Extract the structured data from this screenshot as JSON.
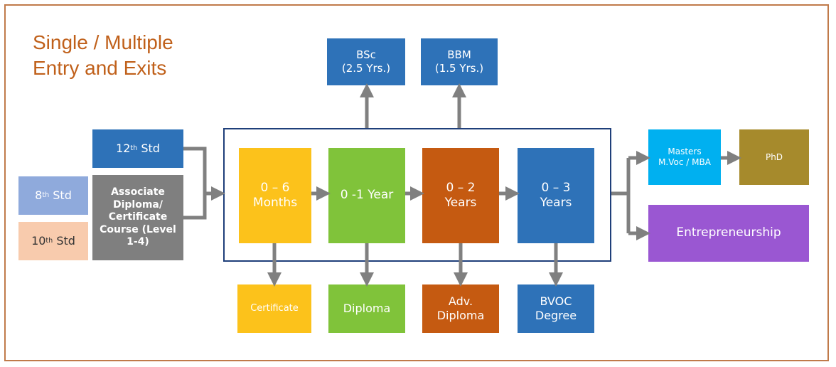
{
  "title": {
    "line1": "Single / Multiple",
    "line2": "Entry and Exits"
  },
  "colors": {
    "frame": "#c07a4a",
    "title": "#c0601a",
    "blue": "#2e72b8",
    "yellow": "#fcc21b",
    "green": "#80c33a",
    "orange": "#c55a11",
    "gray": "#7f7f7f",
    "arrow": "#808080",
    "light_blue": "#8faadc",
    "peach": "#f8cbad",
    "cyan": "#00b0f0",
    "olive": "#a68a2c",
    "purple": "#9a57d2",
    "inner_border": "#1f3f7a"
  },
  "entry": {
    "std8": {
      "base": "8",
      "sup": "th",
      "rest": " Std"
    },
    "std10": {
      "base": "10",
      "sup": "th",
      "rest": " Std"
    },
    "std12": {
      "base": "12",
      "sup": "th",
      "rest": " Std"
    },
    "associate": "Associate Diploma/ Certificate Course (Level 1-4)"
  },
  "stages": {
    "s1": "0 – 6 Months",
    "s2": "0 -1 Year",
    "s3": "0 – 2 Years",
    "s4": "0 – 3 Years"
  },
  "exits": {
    "certificate": "Certificate",
    "diploma": "Diploma",
    "adv_diploma": "Adv. Diploma",
    "bvoc": "BVOC Degree"
  },
  "top_programs": {
    "bsc_line1": "BSc",
    "bsc_line2": "(2.5 Yrs.)",
    "bbm_line1": "BBM",
    "bbm_line2": "(1.5 Yrs.)"
  },
  "progression": {
    "masters": "Masters M.Voc / MBA",
    "phd": "PhD",
    "entrepreneurship": "Entrepreneurship"
  }
}
